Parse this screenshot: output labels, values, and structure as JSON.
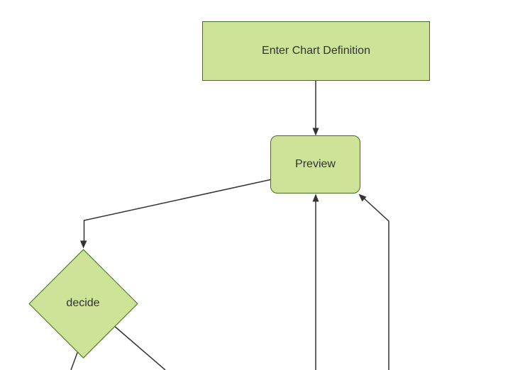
{
  "diagram": {
    "type": "flowchart",
    "orientation": "top-down",
    "style": {
      "background": "#ffffff",
      "node_fill": "#cde498",
      "node_border": "#3f6e24",
      "edge_color": "#333333",
      "text_color": "#333333"
    },
    "nodes": [
      {
        "id": "A",
        "label": "Enter Chart Definition",
        "shape": "rectangle"
      },
      {
        "id": "B",
        "label": "Preview",
        "shape": "rounded-rectangle"
      },
      {
        "id": "C",
        "label": "decide",
        "shape": "diamond"
      }
    ],
    "edges": [
      {
        "from": "A",
        "to": "B",
        "arrowhead": true
      },
      {
        "from": "B",
        "to": "C",
        "arrowhead": true
      },
      {
        "from": "C",
        "to": "offscreen-bottom-left",
        "arrowhead": false
      },
      {
        "from": "C",
        "to": "offscreen-bottom-right",
        "arrowhead": false
      },
      {
        "from": "offscreen-bottom",
        "to": "B",
        "arrowhead": true
      },
      {
        "from": "offscreen-bottom-right",
        "to": "B",
        "arrowhead": true
      }
    ]
  }
}
